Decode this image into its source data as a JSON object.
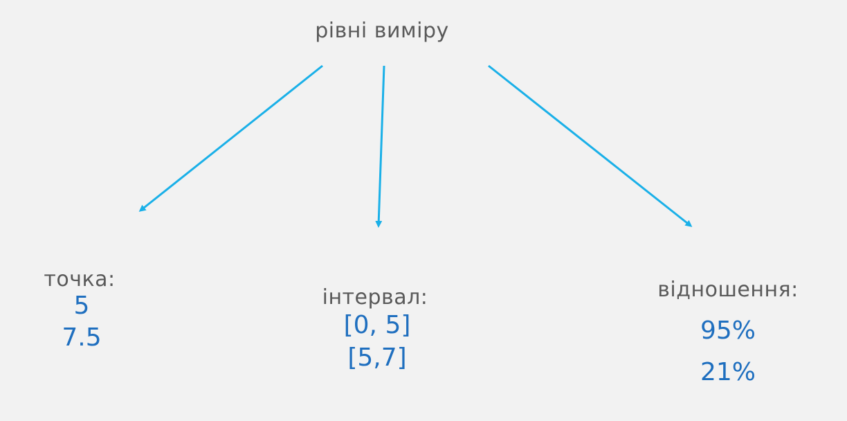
{
  "root": {
    "label": "рівні виміру"
  },
  "branches": [
    {
      "label": "точка:",
      "values": [
        "5",
        "7.5"
      ]
    },
    {
      "label": "інтервал:",
      "values": [
        "[0, 5]",
        "[5,7]"
      ]
    },
    {
      "label": "відношення:",
      "values": [
        "95%",
        "21%"
      ]
    }
  ],
  "colors": {
    "background": "#f2f2f2",
    "arrow": "#1ab0e8",
    "label_text": "#595959",
    "value_text": "#1f6fbf"
  }
}
